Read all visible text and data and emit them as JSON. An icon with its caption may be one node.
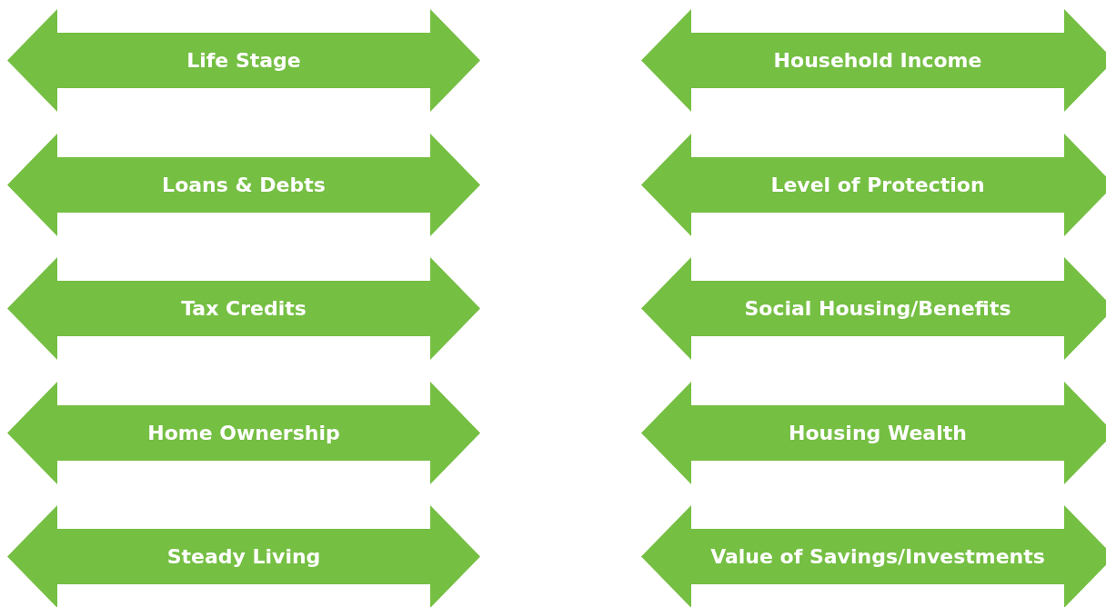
{
  "diagram": {
    "nodes": [
      {
        "text": [
          "Life Stage"
        ]
      },
      {
        "text": [
          "Household Income"
        ]
      },
      {
        "text": [
          "Loans & Debts"
        ]
      },
      {
        "text": [
          "Level of Protection"
        ]
      },
      {
        "text": [
          "Tax Credits"
        ]
      },
      {
        "text": [
          "Social Housing/Benefits"
        ]
      },
      {
        "text": [
          "Home Ownership"
        ]
      },
      {
        "text": [
          "Housing Wealth"
        ]
      },
      {
        "text": [
          "Steady Living"
        ]
      },
      {
        "text": [
          "Value of Savings/Investments"
        ]
      }
    ]
  }
}
